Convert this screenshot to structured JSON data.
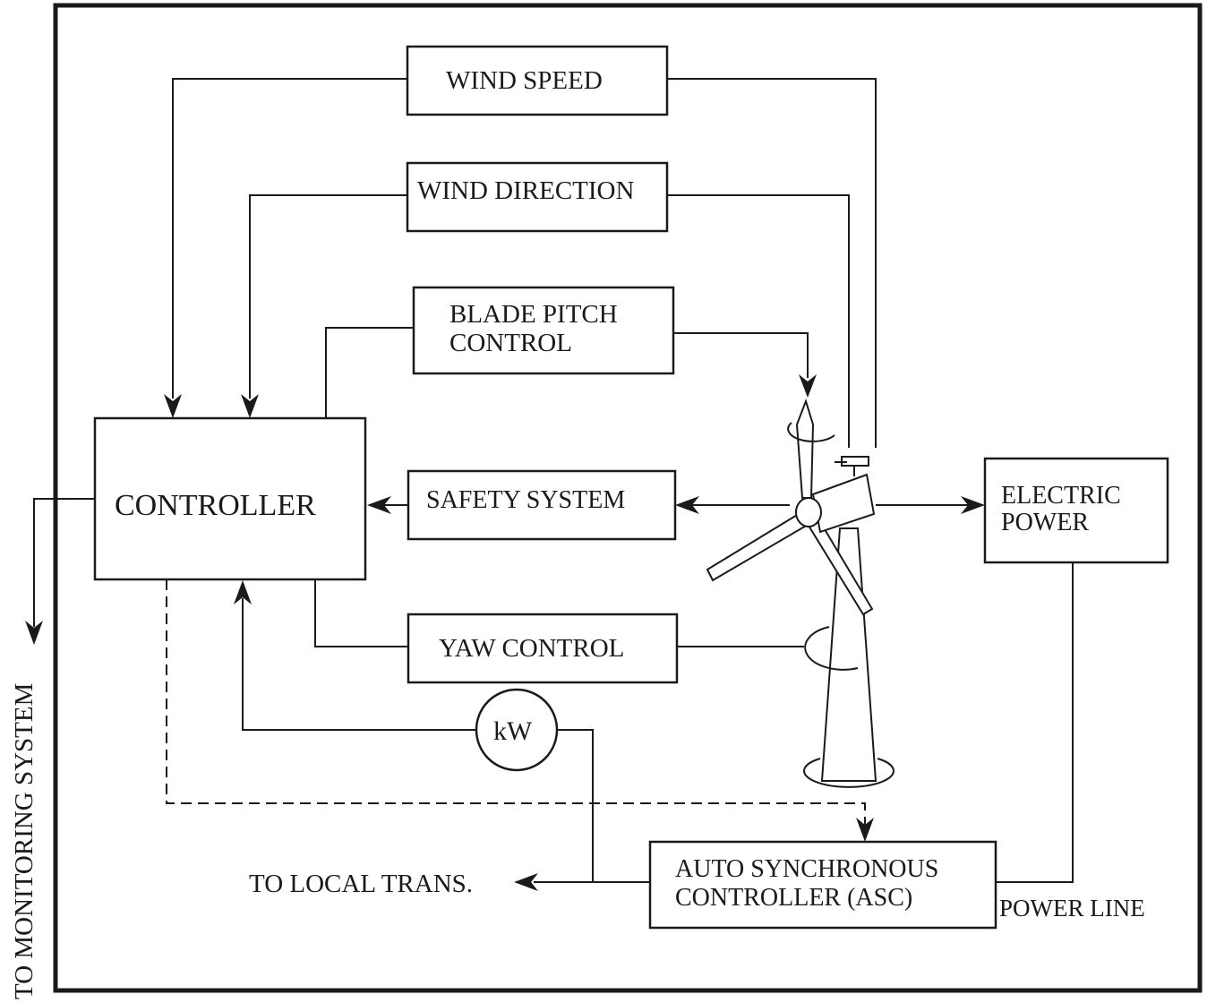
{
  "diagram": {
    "boxes": {
      "wind_speed": "WIND SPEED",
      "wind_direction": "WIND DIRECTION",
      "blade_pitch_line1": "BLADE PITCH",
      "blade_pitch_line2": "CONTROL",
      "controller": "CONTROLLER",
      "safety_system": "SAFETY SYSTEM",
      "yaw_control": "YAW CONTROL",
      "electric_power_line1": "ELECTRIC",
      "electric_power_line2": "POWER",
      "asc_line1": "AUTO SYNCHRONOUS",
      "asc_line2": "CONTROLLER (ASC)",
      "meter": "kW"
    },
    "labels": {
      "to_local_trans": "TO LOCAL TRANS.",
      "power_line": "POWER LINE",
      "to_monitoring": "TO MONITORING SYSTEM"
    }
  }
}
